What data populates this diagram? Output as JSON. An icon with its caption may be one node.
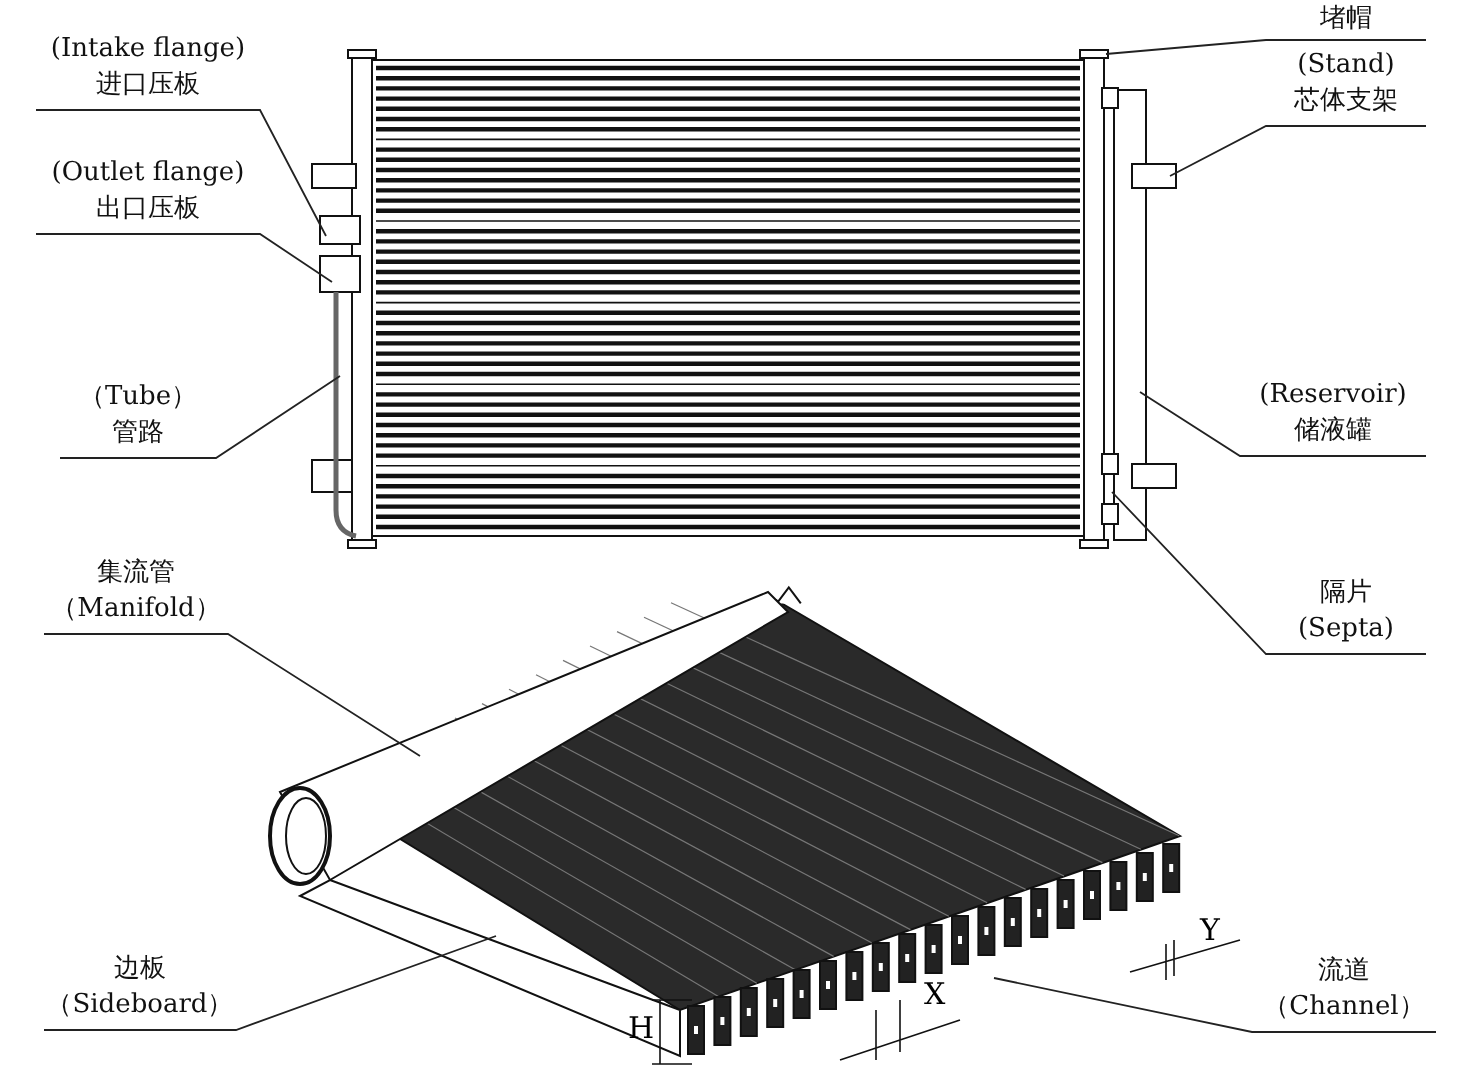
{
  "diagram": {
    "nodes": [
      {
        "text": [
          "(Intake flange)",
          "进口压板"
        ]
      },
      {
        "text": [
          "(Outlet flange)",
          "出口压板"
        ]
      },
      {
        "text": [
          "（Tube）",
          "管路"
        ]
      },
      {
        "text": [
          "堵帽"
        ]
      },
      {
        "text": [
          "(Stand)",
          "芯体支架"
        ]
      },
      {
        "text": [
          "(Reservoir)",
          "储液罐"
        ]
      },
      {
        "text": [
          "隔片",
          "(Septa)"
        ]
      },
      {
        "text": [
          "集流管",
          "（Manifold）"
        ]
      },
      {
        "text": [
          "边板",
          "（Sideboard）"
        ]
      },
      {
        "text": [
          "流道",
          "（Channel）"
        ]
      }
    ],
    "edges": [
      {
        "from": 0,
        "to": null,
        "arrow": "none"
      },
      {
        "from": 1,
        "to": null,
        "arrow": "none"
      },
      {
        "from": 2,
        "to": null,
        "arrow": "none"
      },
      {
        "from": 3,
        "to": null,
        "arrow": "none"
      },
      {
        "from": 4,
        "to": null,
        "arrow": "none"
      },
      {
        "from": 5,
        "to": null,
        "arrow": "none"
      },
      {
        "from": 6,
        "to": null,
        "arrow": "none"
      },
      {
        "from": 7,
        "to": null,
        "arrow": "none"
      },
      {
        "from": 8,
        "to": null,
        "arrow": "none"
      },
      {
        "from": 9,
        "to": null,
        "arrow": "none"
      }
    ],
    "labels": [
      "H",
      "X",
      "Y"
    ]
  }
}
